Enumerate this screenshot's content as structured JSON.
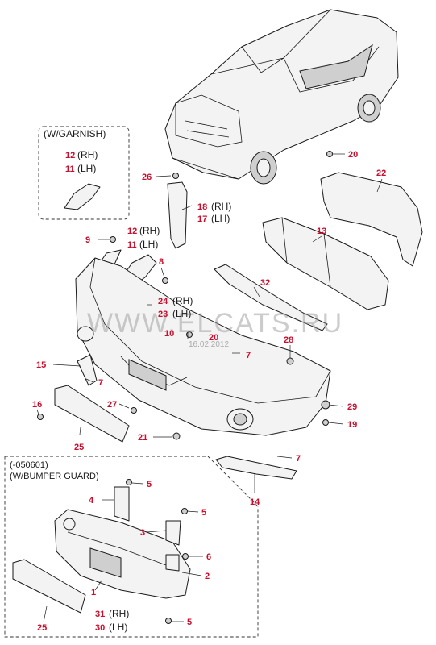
{
  "watermark": {
    "text": "WWW.ELCATS.RU",
    "date": "16.02.2012"
  },
  "box_garnish": {
    "title": "(W/GARNISH)"
  },
  "box_guard": {
    "line1": "(-050601)",
    "line2": "(W/BUMPER GUARD)"
  },
  "side_rh": "(RH)",
  "side_lh": "(LH)",
  "colors": {
    "callout": "#c8102e",
    "line": "#1a1a1a"
  },
  "callouts": {
    "c1": "1",
    "c2": "2",
    "c3": "3",
    "c4": "4",
    "c5a": "5",
    "c5b": "5",
    "c5c": "5",
    "c6": "6",
    "c7a": "7",
    "c7b": "7",
    "c7c": "7",
    "c8": "8",
    "c9": "9",
    "c10": "10",
    "c11a": "11",
    "c11b": "11",
    "c12a": "12",
    "c12b": "12",
    "c13": "13",
    "c14": "14",
    "c15": "15",
    "c16": "16",
    "c17": "17",
    "c18": "18",
    "c19": "19",
    "c20a": "20",
    "c20b": "20",
    "c21": "21",
    "c22": "22",
    "c23": "23",
    "c24": "24",
    "c25a": "25",
    "c25b": "25",
    "c26": "26",
    "c27": "27",
    "c28": "28",
    "c29": "29",
    "c30": "30",
    "c31": "31",
    "c32": "32"
  }
}
